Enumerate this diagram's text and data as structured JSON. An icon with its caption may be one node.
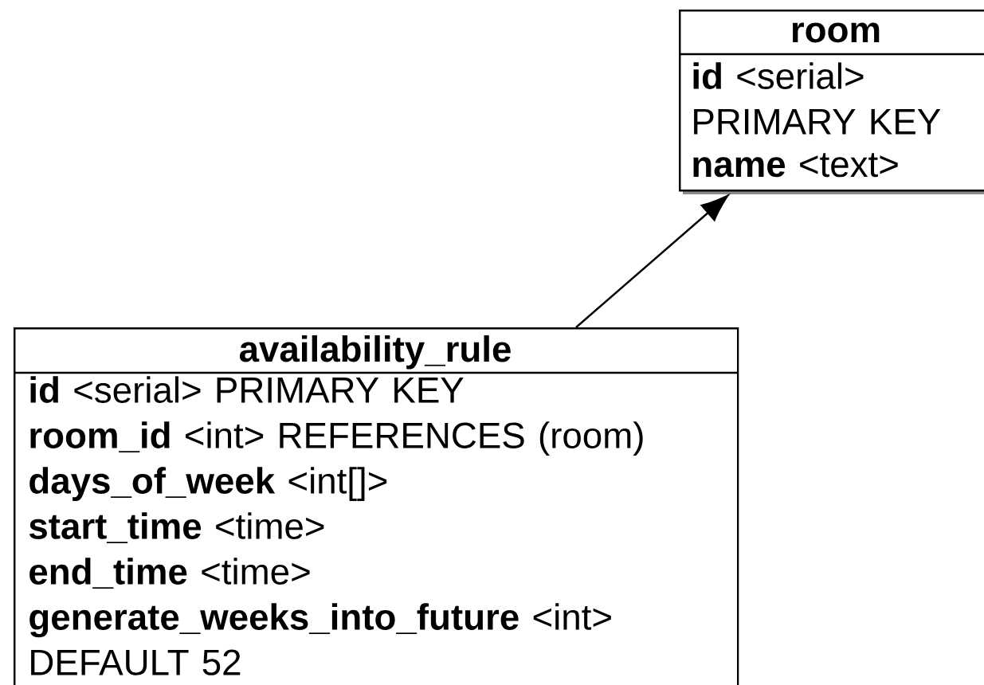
{
  "diagram": {
    "nodes": [
      {
        "text": [
          "room",
          "**id** <serial> PRIMARY KEY",
          "**name** <text>"
        ]
      },
      {
        "text": [
          "availability_rule",
          "**id** <serial> PRIMARY KEY",
          "**room_id** <int> REFERENCES (room)",
          "**days_of_week** <int[]>",
          "**start_time** <time>",
          "**end_time** <time>",
          "**generate_weeks_into_future** <int> DEFAULT 52"
        ]
      }
    ],
    "edges": [
      {
        "from": 1,
        "to": 0,
        "arrow": "to"
      }
    ]
  }
}
